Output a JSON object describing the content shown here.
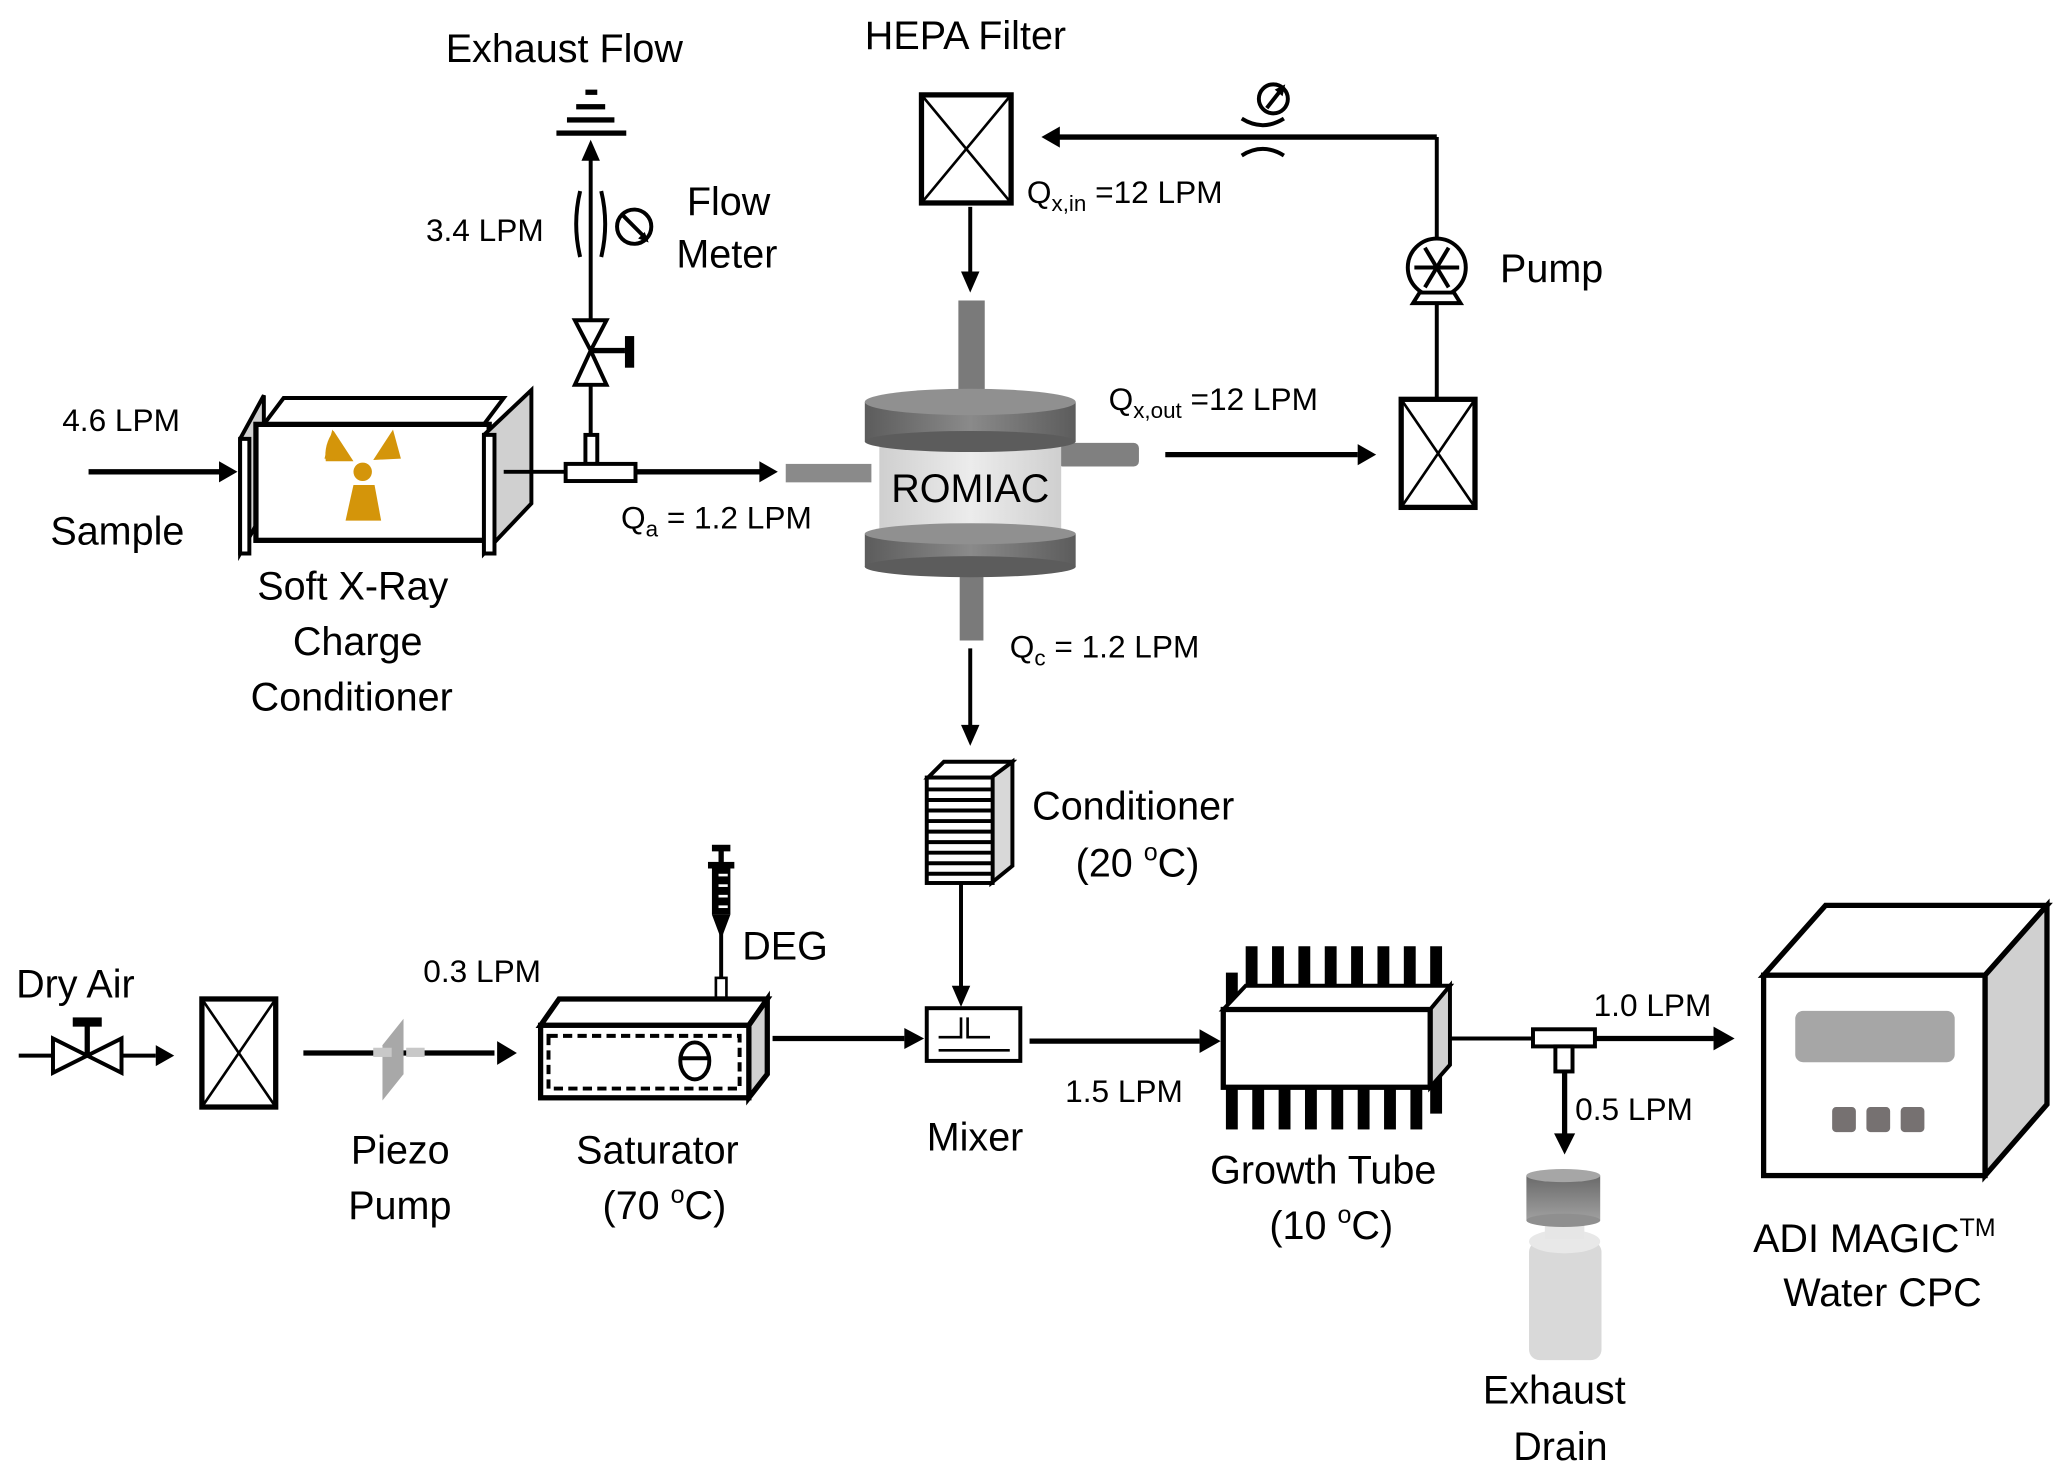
{
  "diagram": {
    "components": {
      "exhaust_flow": "Exhaust Flow",
      "flow_meter_line1": "Flow",
      "flow_meter_line2": "Meter",
      "hepa_filter": "HEPA Filter",
      "pump": "Pump",
      "sample": "Sample",
      "xray_line1": "Soft X-Ray",
      "xray_line2": "Charge",
      "xray_line3": "Conditioner",
      "romiac": "ROMIAC",
      "conditioner": "Conditioner",
      "conditioner_temp": "(20 ",
      "dry_air": "Dry Air",
      "deg": "DEG",
      "piezo_line1": "Piezo",
      "piezo_line2": "Pump",
      "saturator": "Saturator",
      "saturator_temp": "(70 ",
      "mixer": "Mixer",
      "growth_tube": "Growth Tube",
      "growth_tube_temp": "(10 ",
      "exhaust_drain_line1": "Exhaust",
      "exhaust_drain_line2": "Drain",
      "cpc_line1": "ADI MAGIC",
      "cpc_tm": "TM",
      "cpc_line2": "Water CPC",
      "degree_o": "o",
      "degree_c": "C)"
    },
    "flows": {
      "exhaust": "3.4 LPM",
      "sample_in": "4.6 LPM",
      "qa_symbol": "Q",
      "qa_sub": "a",
      "qa_value": " = 1.2 LPM",
      "qxin_symbol": "Q",
      "qxin_sub": "x,in",
      "qxin_value": " =12 LPM",
      "qxout_symbol": "Q",
      "qxout_sub": "x,out",
      "qxout_value": " =12 LPM",
      "qc_symbol": "Q",
      "qc_sub": "c",
      "qc_value": " = 1.2 LPM",
      "dry_air": "0.3 LPM",
      "mixed": "1.5 LPM",
      "to_cpc": "1.0 LPM",
      "to_drain": "0.5 LPM"
    },
    "colors": {
      "radiation": "#D4950A",
      "romiac_dark": "#6E6E6E",
      "romiac_light": "#DCDCDC",
      "side_face": "#D0D0D0",
      "display": "#A6A6A6",
      "buttons": "#767171"
    }
  }
}
